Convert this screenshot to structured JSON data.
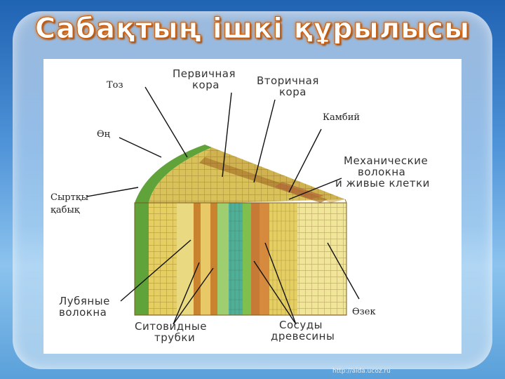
{
  "title": "Сабақтың ішкі құрылысы",
  "labels": {
    "toz": "Тоз",
    "on": "Өң",
    "syrtky_line1": "Сыртқы",
    "syrtky_line2": "қабық",
    "kambiy": "Камбий",
    "ozek": "Өзек",
    "pervichnaya_1": "Первичная",
    "pervichnaya_2": "кора",
    "vtorichnaya_1": "Вторичная",
    "vtorichnaya_2": "кора",
    "mekh_1": "Механические",
    "mekh_2": "волокна",
    "mekh_3": "и живые клетки",
    "lubyanye_1": "Лубяные",
    "lubyanye_2": "волокна",
    "sitovidnye_1": "Ситовидные",
    "sitovidnye_2": "трубки",
    "sosudy_1": "Сосуды",
    "sosudy_2": "древесины"
  },
  "watermark": "http://aida.ucoz.ru",
  "colors": {
    "title_glow": "#e86b13",
    "green_layer": "#7fbf4d",
    "wood": "#e6cf62",
    "phloem": "#c9832f",
    "pith": "#f1e59a"
  }
}
